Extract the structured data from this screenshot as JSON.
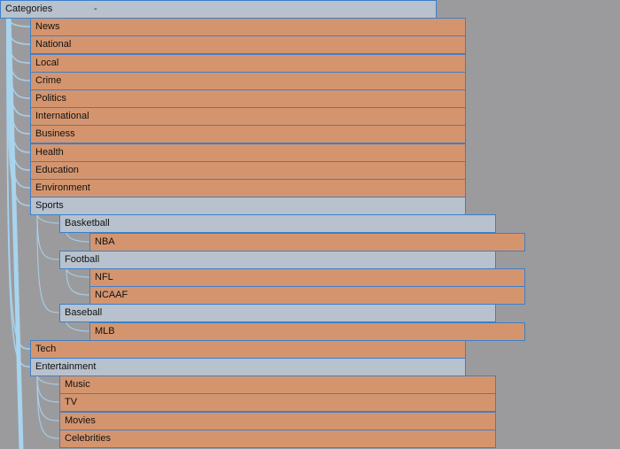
{
  "tree": {
    "root": {
      "label": "Categories",
      "toggle": "-"
    },
    "items": [
      {
        "id": "news",
        "label": "News",
        "kind": "leaf",
        "depth": 1
      },
      {
        "id": "national",
        "label": "National",
        "kind": "leaf",
        "depth": 1
      },
      {
        "id": "local",
        "label": "Local",
        "kind": "leaf",
        "depth": 1
      },
      {
        "id": "crime",
        "label": "Crime",
        "kind": "leaf",
        "depth": 1
      },
      {
        "id": "politics",
        "label": "Politics",
        "kind": "leaf",
        "depth": 1
      },
      {
        "id": "international",
        "label": "International",
        "kind": "leaf",
        "depth": 1
      },
      {
        "id": "business",
        "label": "Business",
        "kind": "leaf",
        "depth": 1
      },
      {
        "id": "health",
        "label": "Health",
        "kind": "leaf",
        "depth": 1
      },
      {
        "id": "education",
        "label": "Education",
        "kind": "leaf",
        "depth": 1
      },
      {
        "id": "environment",
        "label": "Environment",
        "kind": "leaf",
        "depth": 1
      },
      {
        "id": "sports",
        "label": "Sports",
        "kind": "branch",
        "depth": 1
      },
      {
        "id": "basketball",
        "label": "Basketball",
        "kind": "branch",
        "depth": 2,
        "parent": "sports"
      },
      {
        "id": "nba",
        "label": "NBA",
        "kind": "leaf",
        "depth": 3,
        "parent": "basketball"
      },
      {
        "id": "football",
        "label": "Football",
        "kind": "branch",
        "depth": 2,
        "parent": "sports"
      },
      {
        "id": "nfl",
        "label": "NFL",
        "kind": "leaf",
        "depth": 3,
        "parent": "football"
      },
      {
        "id": "ncaaf",
        "label": "NCAAF",
        "kind": "leaf",
        "depth": 3,
        "parent": "football"
      },
      {
        "id": "baseball",
        "label": "Baseball",
        "kind": "branch",
        "depth": 2,
        "parent": "sports"
      },
      {
        "id": "mlb",
        "label": "MLB",
        "kind": "leaf",
        "depth": 3,
        "parent": "baseball"
      },
      {
        "id": "tech",
        "label": "Tech",
        "kind": "leaf",
        "depth": 1
      },
      {
        "id": "entertainment",
        "label": "Entertainment",
        "kind": "branch",
        "depth": 1
      },
      {
        "id": "music",
        "label": "Music",
        "kind": "leaf",
        "depth": 2,
        "parent": "entertainment"
      },
      {
        "id": "tv",
        "label": "TV",
        "kind": "leaf",
        "depth": 2,
        "parent": "entertainment"
      },
      {
        "id": "movies",
        "label": "Movies",
        "kind": "leaf",
        "depth": 2,
        "parent": "entertainment"
      },
      {
        "id": "celebrities",
        "label": "Celebrities",
        "kind": "leaf",
        "depth": 2,
        "parent": "entertainment"
      }
    ]
  },
  "colors": {
    "background": "#9b9b9e",
    "leaf_fill": "#d4956e",
    "branch_fill": "#b8c2ce",
    "border": "#3d7fc9",
    "wire": "#a8d4ee"
  }
}
